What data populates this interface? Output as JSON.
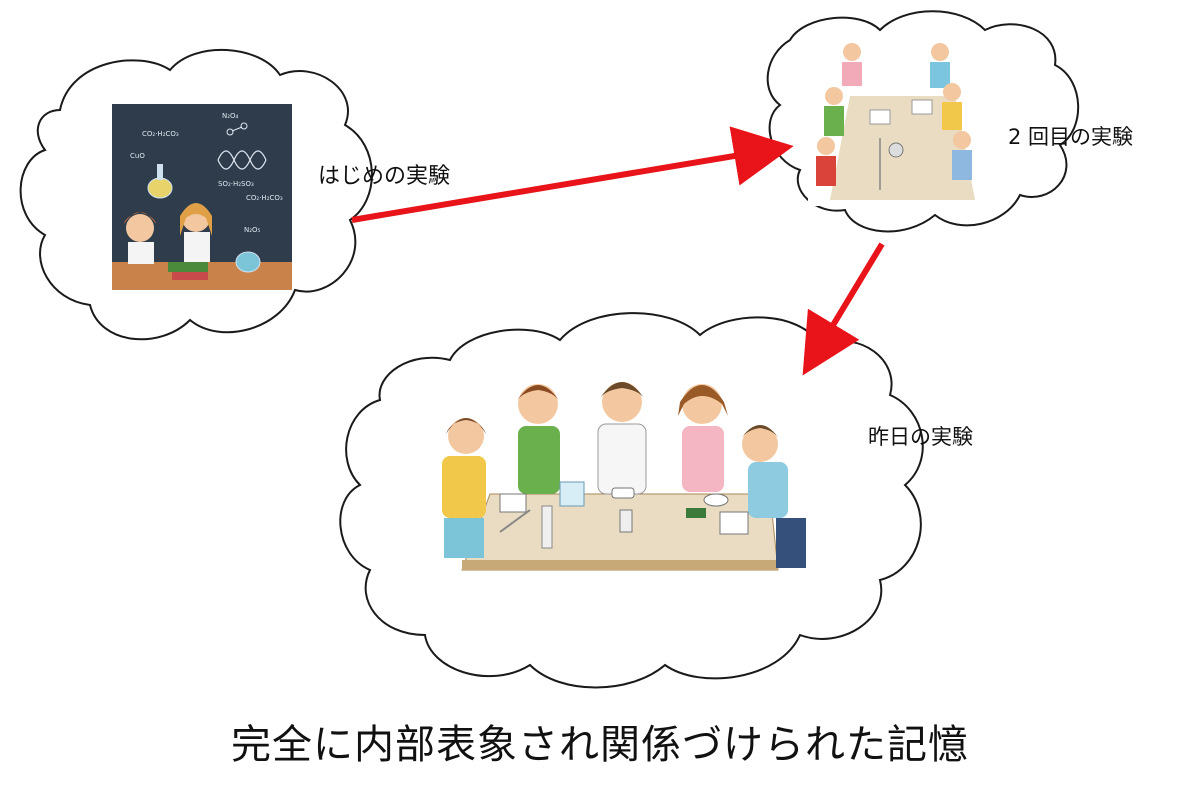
{
  "labels": {
    "first": "はじめの実験",
    "second": "2 回目の実験",
    "yesterday": "昨日の実験"
  },
  "caption": "完全に内部表象され関係づけられた記憶",
  "chem_formulas": [
    "CO₂·H₂CO₃",
    "N₂O₄",
    "CuO",
    "SO₂·H₂SO₃",
    "CO₂·H₂CO₃",
    "N₂O₅"
  ],
  "colors": {
    "arrow": "#e8141a",
    "cloud_stroke": "#1a1a1a",
    "chalkboard": "#2e3c4c",
    "table": "#e9dcc2",
    "text": "#111111"
  },
  "icons": [
    "first-experiment-illustration",
    "second-experiment-illustration",
    "yesterday-experiment-illustration"
  ]
}
